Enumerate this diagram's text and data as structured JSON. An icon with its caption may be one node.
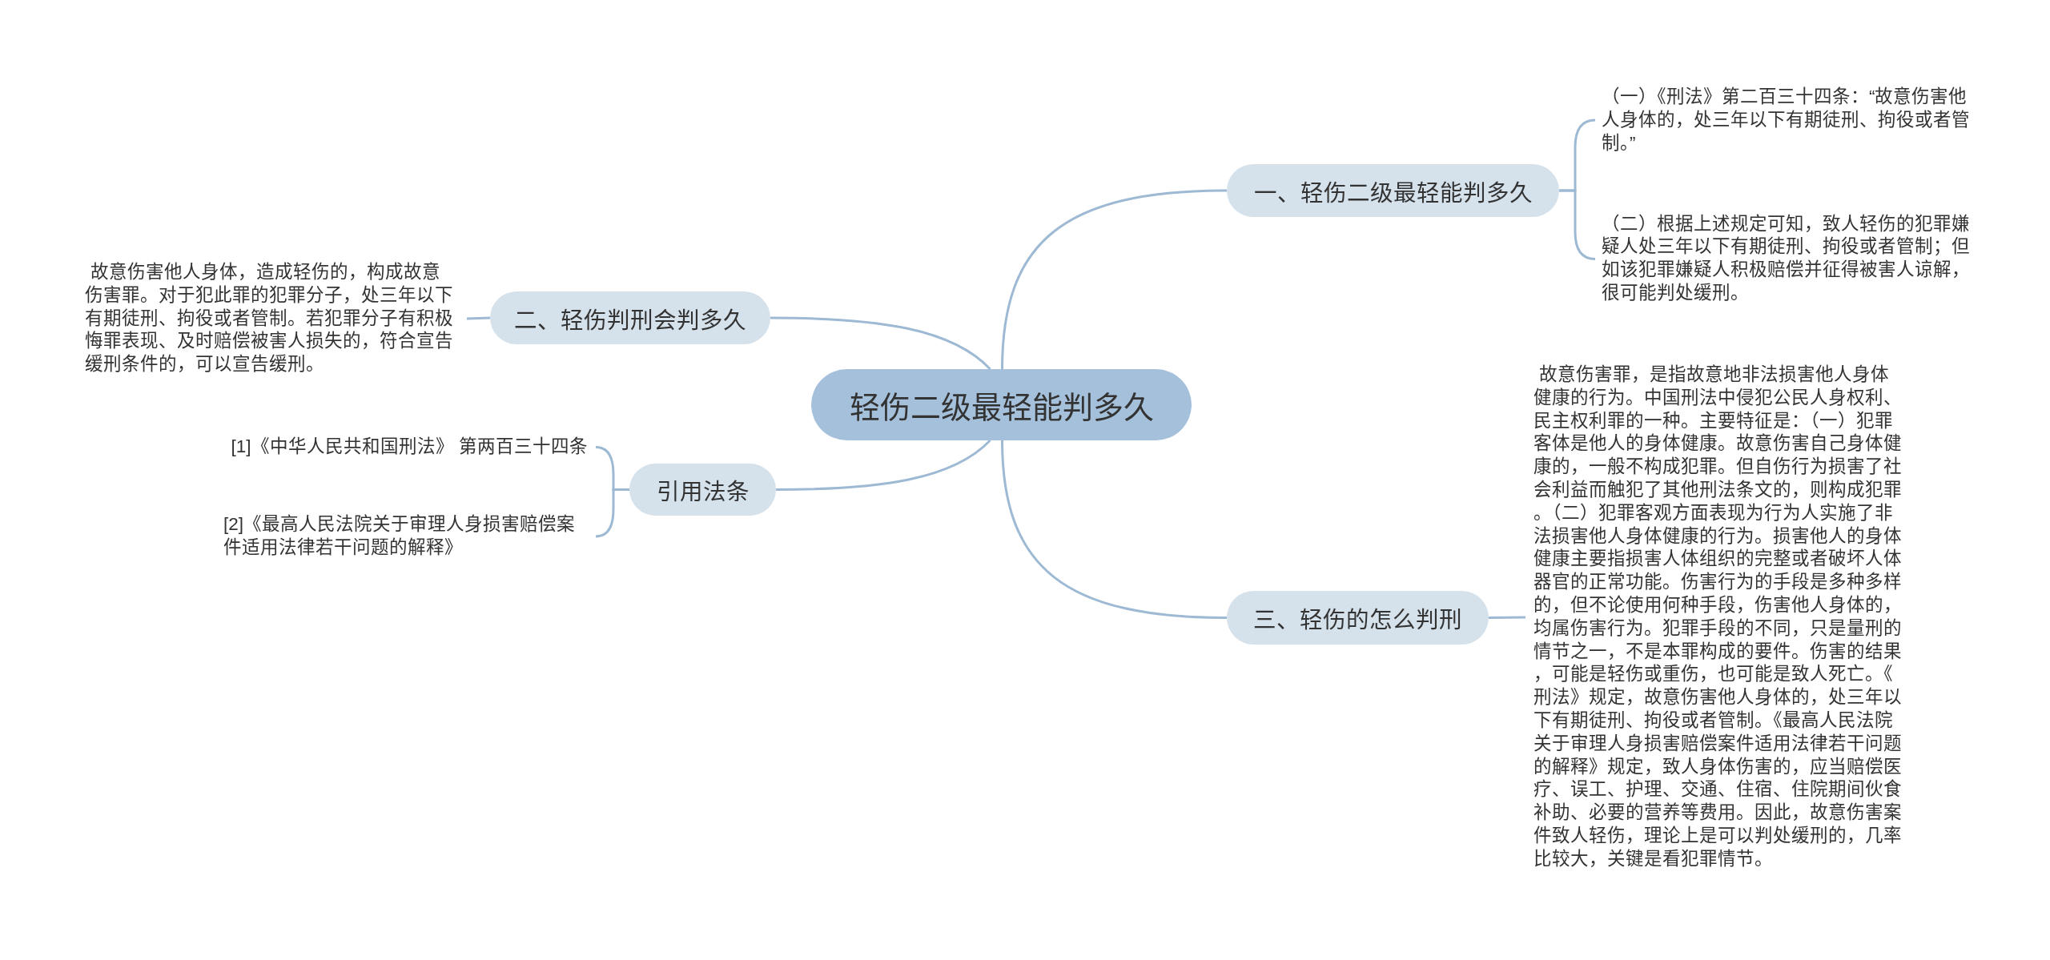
{
  "diagram": {
    "nodes": [
      {
        "text": [
          "轻伤二级最轻能判多久"
        ]
      },
      {
        "text": [
          "一、轻伤二级最轻能判多久"
        ]
      },
      {
        "text": [
          "（一）《刑法》第二百三十四条：“故意伤害他人身体的，处三年以下有期徒刑、拘役或者管制。”"
        ]
      },
      {
        "text": [
          "（二）根据上述规定可知，致人轻伤的犯罪嫌疑人处三年以下有期徒刑、拘役或者管制；但如该犯罪嫌疑人积极赔偿并征得被害人谅解，很可能判处缓刑。"
        ]
      },
      {
        "text": [
          "二、轻伤判刑会判多久"
        ]
      },
      {
        "text": [
          "故意伤害他人身体，造成轻伤的，构成故意伤害罪。对于犯此罪的犯罪分子，处三年以下有期徒刑、拘役或者管制。若犯罪分子有积极悔罪表现、及时赔偿被害人损失的，符合宣告缓刑条件的，可以宣告缓刑。"
        ]
      },
      {
        "text": [
          "引用法条"
        ]
      },
      {
        "text": [
          "[1]《中华人民共和国刑法》 第两百三十四条"
        ]
      },
      {
        "text": [
          "[2]《最高人民法院关于审理人身损害赔偿案件适用法律若干问题的解释》"
        ]
      },
      {
        "text": [
          "三、轻伤的怎么判刑"
        ]
      },
      {
        "text": [
          "故意伤害罪，是指故意地非法损害他人身体健康的行为。中国刑法中侵犯公民人身权利、民主权利罪的一种。主要特征是：（一）犯罪客体是他人的身体健康。故意伤害自己身体健康的，一般不构成犯罪。但自伤行为损害了社会利益而触犯了其他刑法条文的，则构成犯罪。（二）犯罪客观方面表现为行为人实施了非法损害他人身体健康的行为。损害他人的身体健康主要指损害人体组织的完整或者破坏人体器官的正常功能。伤害行为的手段是多种多样的，但不论使用何种手段，伤害他人身体的，均属伤害行为。犯罪手段的不同，只是量刑的情节之一，不是本罪构成的要件。伤害的结果，可能是轻伤或重伤，也可能是致人死亡。《刑法》规定，故意伤害他人身体的，处三年以下有期徒刑、拘役或者管制。《最高人民法院关于审理人身损害赔偿案件适用法律若干问题的解释》规定，致人身体伤害的，应当赔偿医疗、误工、护理、交通、住宿、住院期间伙食补助、必要的营养等费用。因此，故意伤害案件致人轻伤，理论上是可以判处缓刑的，几率比较大，关键是看犯罪情节。"
        ]
      }
    ],
    "edges": [
      {
        "from": 0,
        "to": 1,
        "arrow": "none"
      },
      {
        "from": 1,
        "to": 2,
        "arrow": "none"
      },
      {
        "from": 1,
        "to": 3,
        "arrow": "none"
      },
      {
        "from": 0,
        "to": 4,
        "arrow": "none"
      },
      {
        "from": 4,
        "to": 5,
        "arrow": "none"
      },
      {
        "from": 0,
        "to": 6,
        "arrow": "none"
      },
      {
        "from": 6,
        "to": 7,
        "arrow": "none"
      },
      {
        "from": 6,
        "to": 8,
        "arrow": "none"
      },
      {
        "from": 0,
        "to": 9,
        "arrow": "none"
      },
      {
        "from": 9,
        "to": 10,
        "arrow": "none"
      }
    ]
  }
}
